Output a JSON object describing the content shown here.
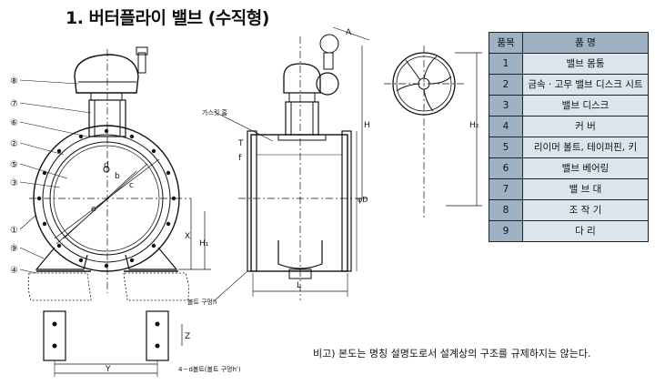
{
  "heading": "1. 버터플라이 밸브 (수직형)",
  "table": {
    "headers": [
      "품목",
      "품 명"
    ],
    "rows": [
      {
        "no": "1",
        "name": "밸브 몸통"
      },
      {
        "no": "2",
        "name": "금속 · 고무 밸브 디스크 시트"
      },
      {
        "no": "3",
        "name": "밸브 디스크"
      },
      {
        "no": "4",
        "name": "커 버"
      },
      {
        "no": "5",
        "name": "리이머 볼트, 테이퍼핀, 키"
      },
      {
        "no": "6",
        "name": "밸브 베어링"
      },
      {
        "no": "7",
        "name": "밸 브 대"
      },
      {
        "no": "8",
        "name": "조 작 기"
      },
      {
        "no": "9",
        "name": "다 리"
      }
    ]
  },
  "note": "비고) 본도는 명칭 설명도로서 설계상의 구조를 규제하지는 않는다.",
  "drawing": {
    "callouts": [
      "⑧",
      "⑦",
      "⑥",
      "②",
      "⑤",
      "③",
      "①",
      "⑨",
      "④"
    ],
    "front_labels": {
      "d": "d",
      "b": "b",
      "c": "c",
      "e": "e",
      "x": "X",
      "h1": "H₁",
      "y": "Y",
      "z": "Z",
      "bolt_holes": "4－d볼트(볼트 구멍h')"
    },
    "side_labels": {
      "a": "A",
      "gasket": "가스킷 홈",
      "t": "T",
      "f": "f",
      "h": "H",
      "od": "φD",
      "l": "L",
      "bolt_hole": "볼트 구멍h"
    },
    "rear_labels": {
      "h2": "H₂"
    }
  }
}
